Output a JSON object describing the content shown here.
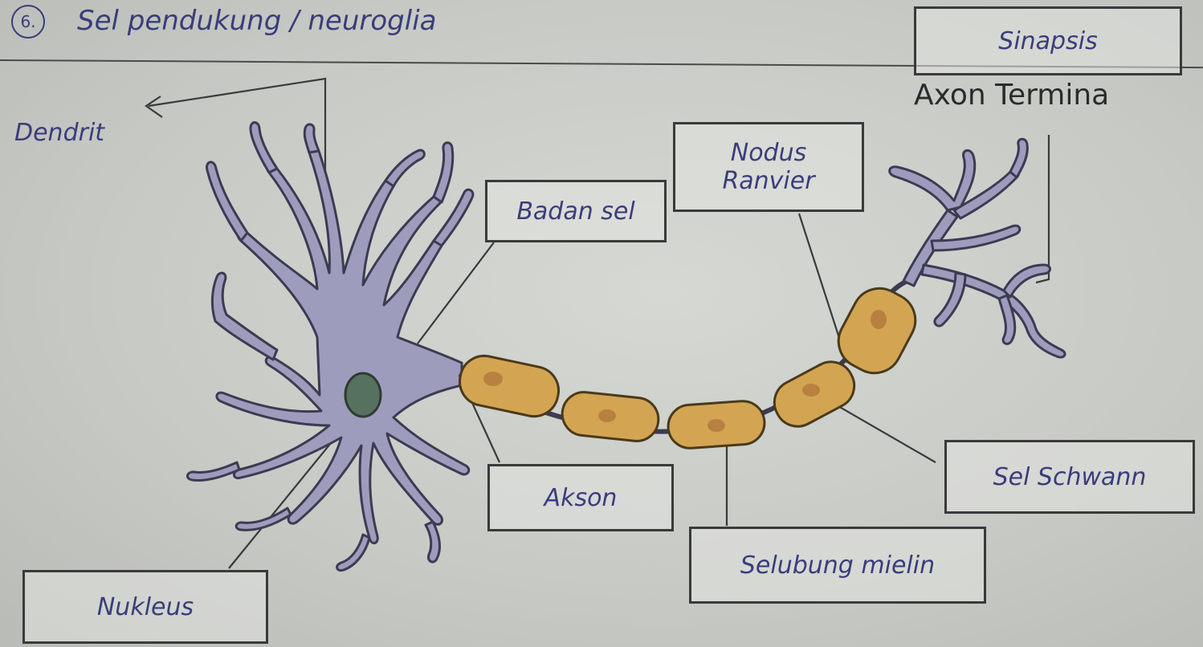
{
  "header": {
    "number_badge": "6.",
    "title": "Sel pendukung / neuroglia"
  },
  "labels": {
    "dendrit": "Dendrit",
    "badan_sel": "Badan sel",
    "nukleus": "Nukleus",
    "akson": "Akson",
    "selubung_mielin": "Selubung mielin",
    "sel_schwann": "Sel Schwann",
    "nodus_ranvier_line1": "Nodus",
    "nodus_ranvier_line2": "Ranvier",
    "sinapsis": "Sinapsis",
    "axon_terminal": "Axon Termina"
  },
  "colors": {
    "neuron_body": "#9e9cbd",
    "neuron_outline": "#3b3b52",
    "nucleus": "#56725f",
    "myelin": "#d3a552",
    "myelin_spot": "#b47a3c",
    "ink": "#3a3d7a",
    "print_text": "#2b2b2b",
    "paper": "#cfd1cd"
  }
}
